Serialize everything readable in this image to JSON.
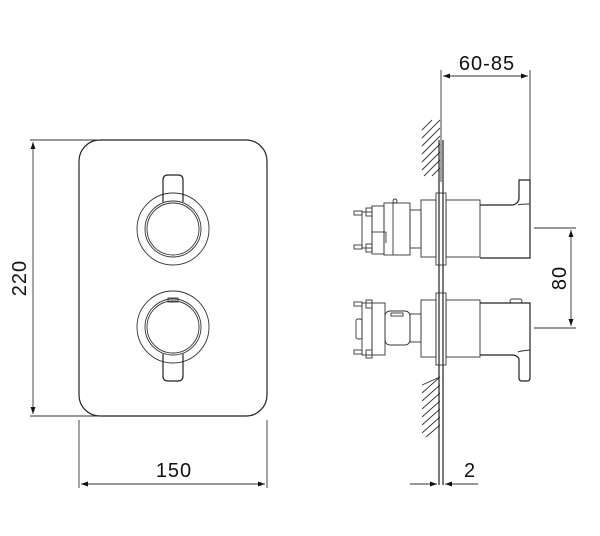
{
  "drawing": {
    "type": "technical-dimension-drawing",
    "subject": "concealed thermostatic mixer with two lever handles",
    "views": [
      "front",
      "side"
    ]
  },
  "dimensions": {
    "height": "220",
    "width": "150",
    "projection": "60-85",
    "handle_spacing": "80",
    "plate_thickness": "2"
  },
  "colors": {
    "line": "#222222",
    "background": "#ffffff"
  }
}
